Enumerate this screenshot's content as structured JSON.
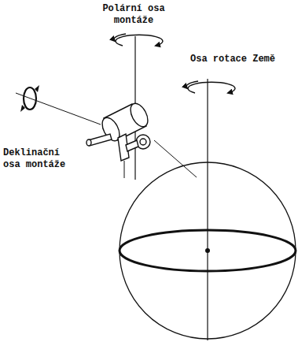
{
  "diagram": {
    "labels": [
      "Polární osa montáže",
      "Osa rotace Země",
      "Deklinační osa montáže"
    ]
  }
}
